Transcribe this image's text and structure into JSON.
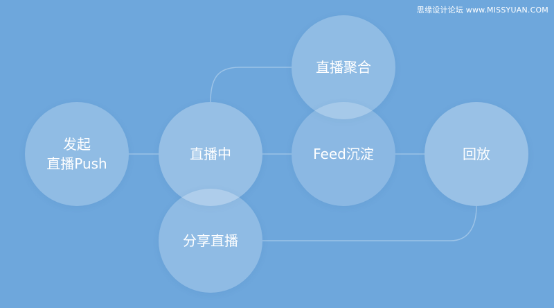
{
  "watermark": "思缘设计论坛 www.MISSYUAN.COM",
  "nodes": {
    "launch": {
      "line1": "发起",
      "line2": "直播Push"
    },
    "live": {
      "label": "直播中"
    },
    "aggregate": {
      "label": "直播聚合"
    },
    "feed": {
      "label": "Feed沉淀"
    },
    "replay": {
      "label": "回放"
    },
    "share": {
      "label": "分享直播"
    }
  }
}
